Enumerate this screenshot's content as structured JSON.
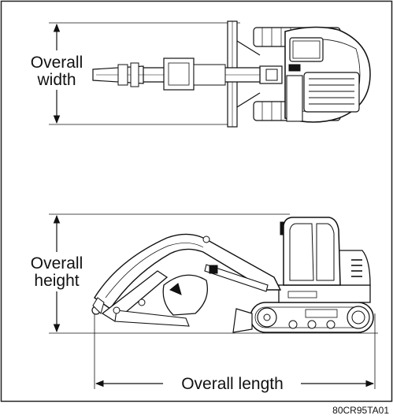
{
  "labels": {
    "width_line1": "Overall",
    "width_line2": "width",
    "height_line1": "Overall",
    "height_line2": "height",
    "length": "Overall length",
    "figure_code": "80CR95TA01"
  }
}
